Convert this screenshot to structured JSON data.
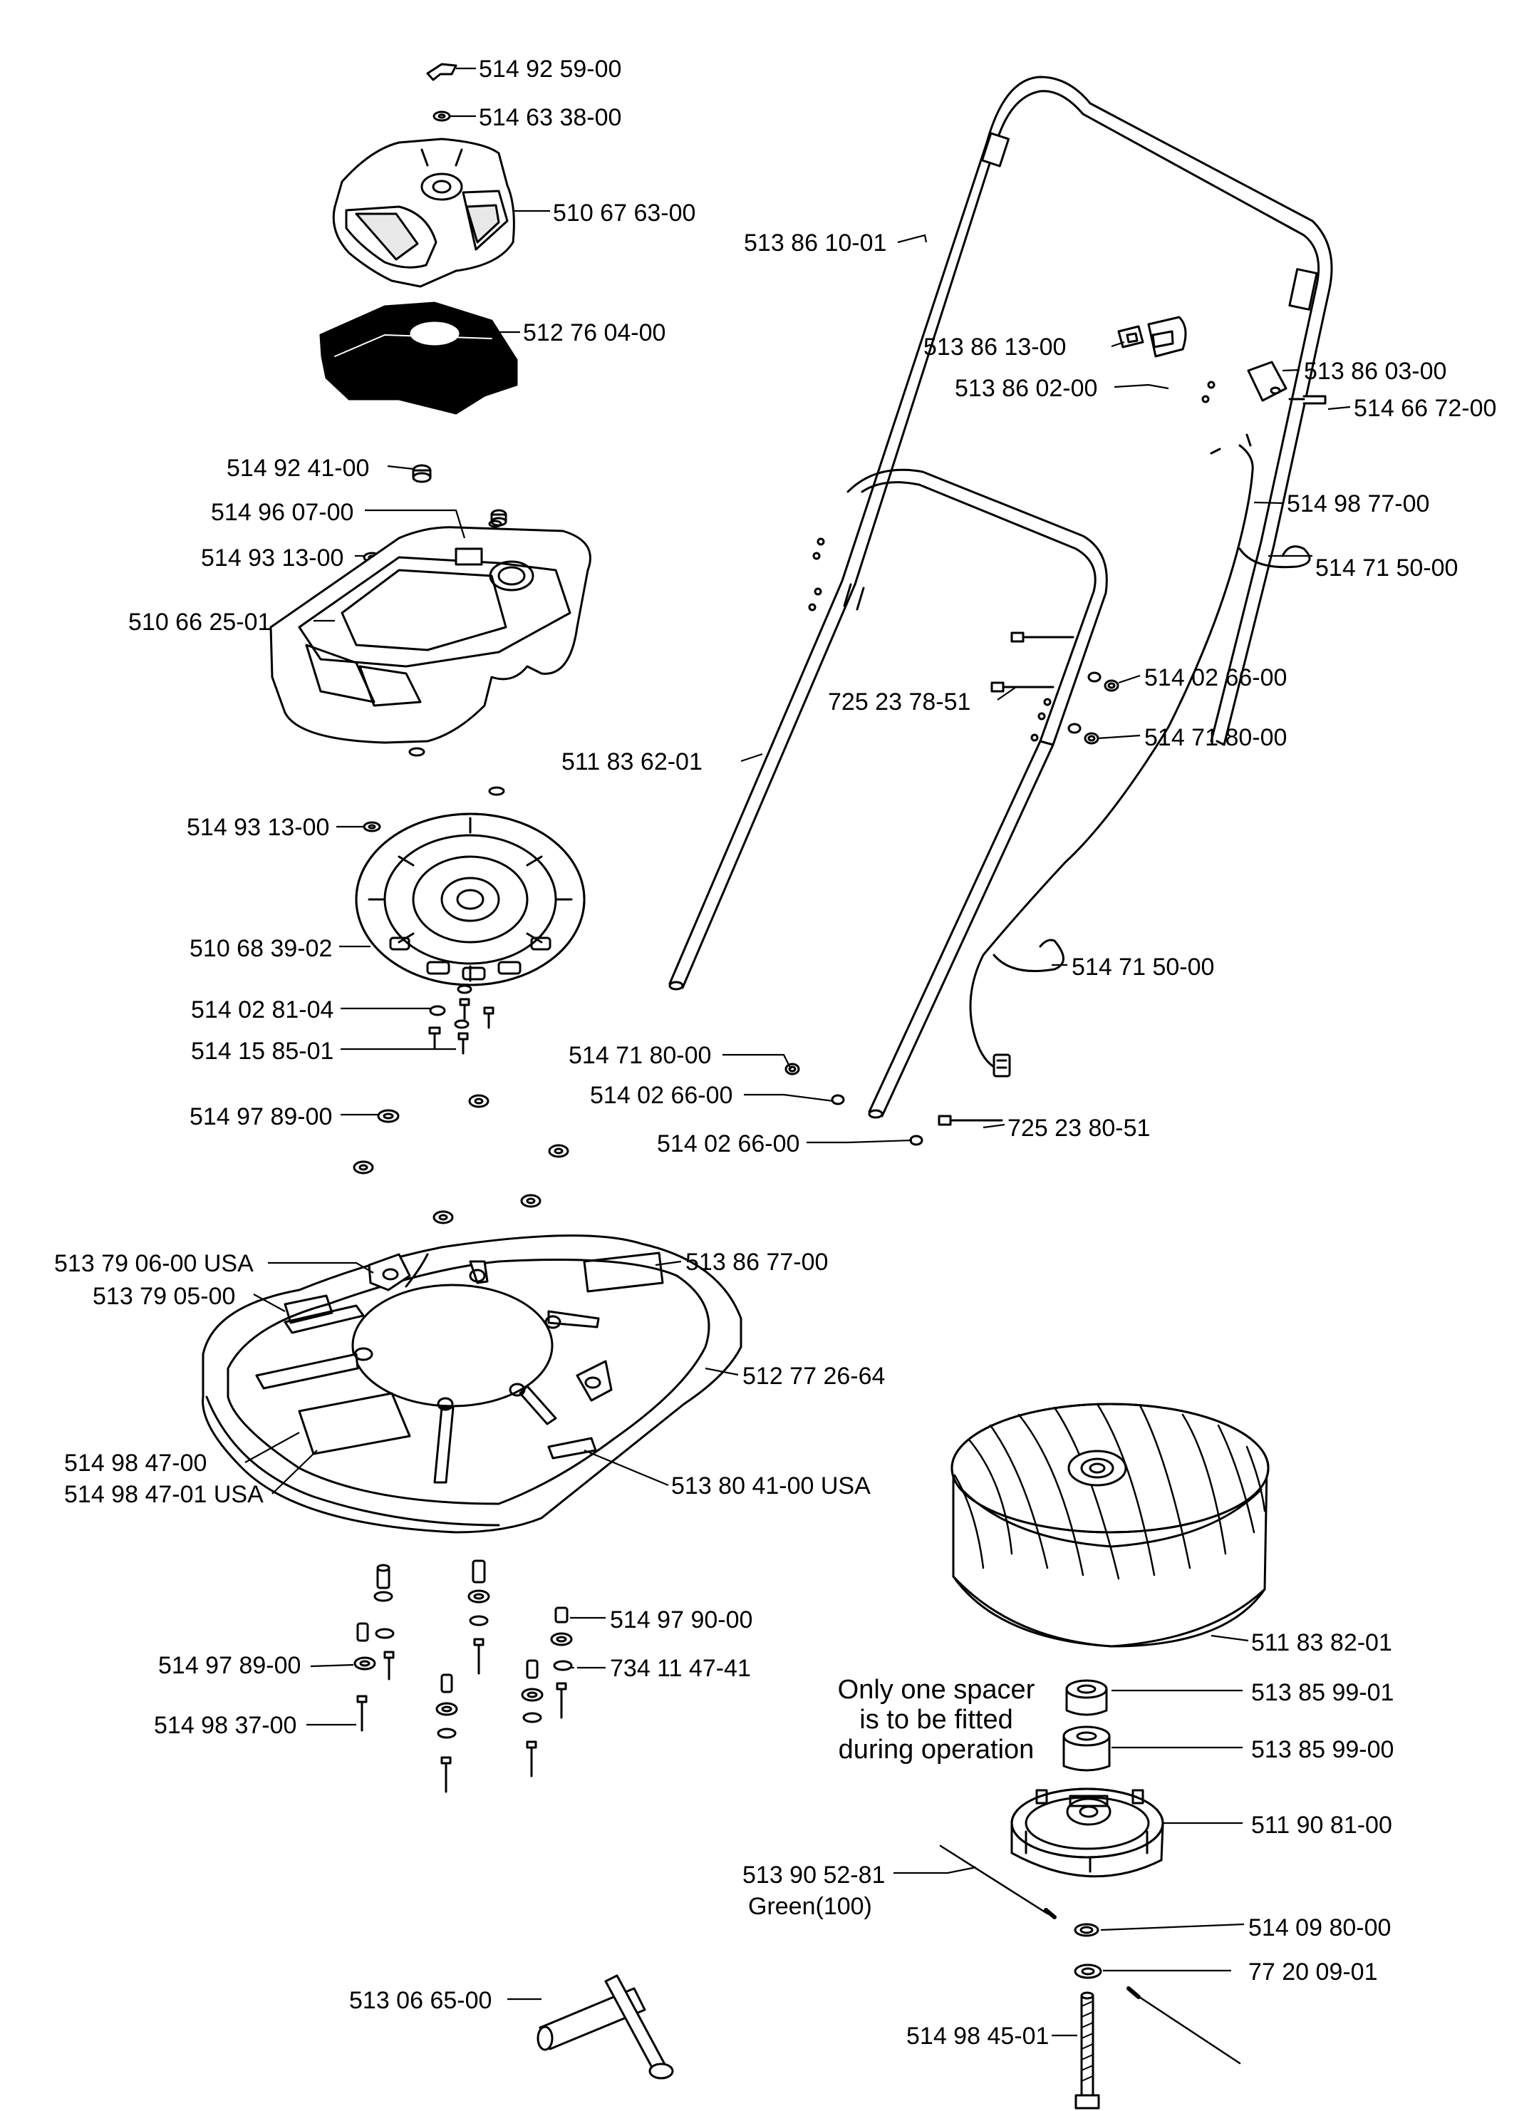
{
  "diagram": {
    "labels": {
      "p51492590": "514 92 59-00",
      "p51463380": "514 63 38-00",
      "p51067630": "510 67 63-00",
      "p51276040": "512 76 04-00",
      "p5149241": "514 92  41-00",
      "p51496070": "514 96 07-00",
      "p51493130a": "514 93 13-00",
      "p51066251": "510 66 25-01",
      "p51493130b": "514 93 13-00",
      "p51068392": "510 68 39-02",
      "p51402814": "514 02 81-04",
      "p51415851": "514 15 85-01",
      "p51497890a": "514 97 89-00",
      "p51379060": "513 79 06-00 USA",
      "p51379050": "513 79 05-00",
      "p51386770": "513 86 77-00",
      "p51277264": "512 77 26-64",
      "p51498470": "514 98 47-00",
      "p51498471": "514 98 47-01 USA",
      "p51380410": "513 80 41-00 USA",
      "p51497900": "514 97 90-00",
      "p51497890b": "514 97 89-00",
      "p73411474": "734 11 47-41",
      "p51498370": "514 98 37-00",
      "p51306650": "513 06 65-00",
      "p51386101": "513 86 10-01",
      "p51386130": "513 86 13-00",
      "p51386020": "513 86 02-00",
      "p51386030": "513 86 03-00",
      "p51466720": "514 66 72-00",
      "p51498770": "514 98 77-00",
      "p51471500a": "514 71 50-00",
      "p51402660a": "514 02 66-00",
      "p72523785": "725 23 78-51",
      "p51471800a": "514 71 80-00",
      "p51183621": "511 83 62-01",
      "p51471500b": "514 71 50-00",
      "p51471800b": "514 71 80-00",
      "p51402660b": "514 02 66-00",
      "p51402660c": "514 02 66-00",
      "p72523805": "725 23 80-51",
      "p51183820": "511 83 82-01",
      "p51385991": "513 85 99-01",
      "p51385990": "513 85 99-00",
      "p51190810": "511 90 81-00",
      "p51390528": "513 90 52-81",
      "p_green": "Green(100)",
      "p51409800": "514 09 80-00",
      "p77200901": "77 20 09-01",
      "p51498451": "514 98 45-01"
    },
    "note": {
      "line1": "Only one spacer",
      "line2": "is to be fitted",
      "line3": "during operation"
    }
  }
}
